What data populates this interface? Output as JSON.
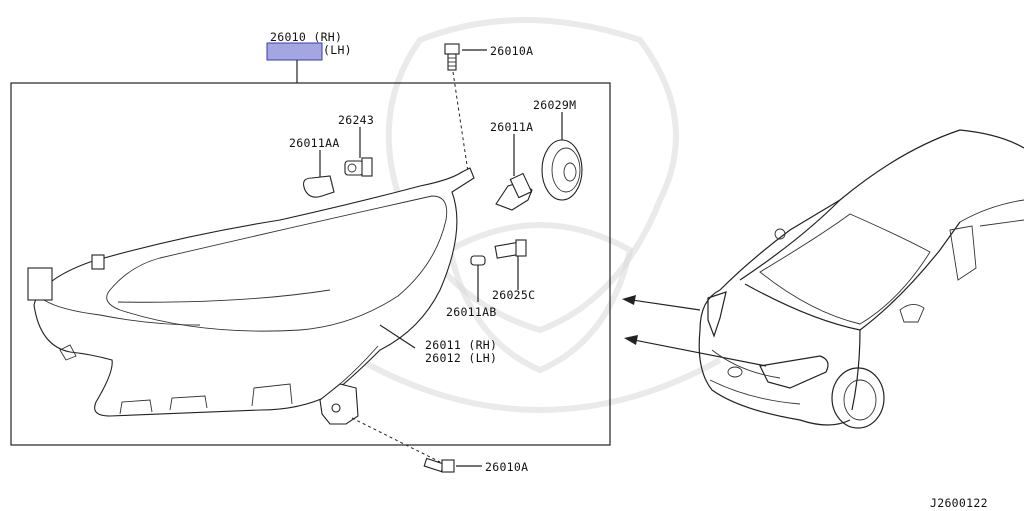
{
  "labels": {
    "main_assy_rh": "26010 (RH)",
    "main_assy_lh": "(LH)",
    "screw_top": "26010A",
    "screw_bottom": "26010A",
    "bulb_26243": "26243",
    "bulb_26011AA": "26011AA",
    "bulb_26011A": "26011A",
    "cap_26029M": "26029M",
    "socket_26025C": "26025C",
    "bulb_26011AB": "26011AB",
    "housing_rh": "26011 (RH)",
    "housing_lh": "26012 (LH)"
  },
  "diagram_code": "J2600122",
  "colors": {
    "highlight_fill": "#a3a6e0",
    "highlight_stroke": "#3a3fa8",
    "line": "#222222"
  }
}
